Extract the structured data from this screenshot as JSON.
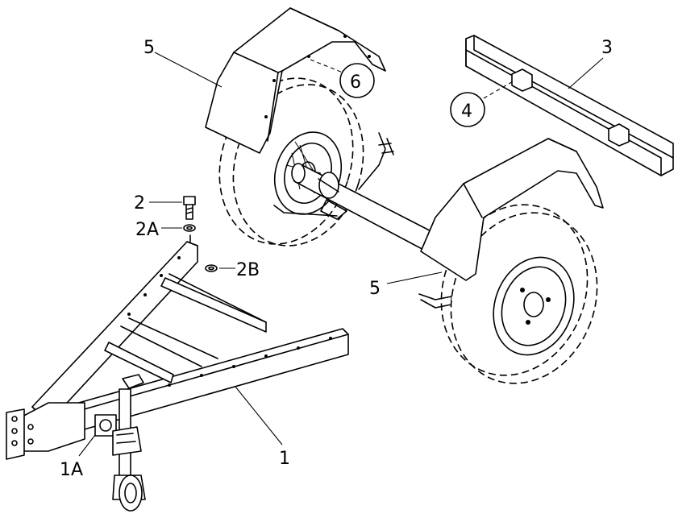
{
  "callouts": {
    "frame": "1",
    "jack_bracket": "1A",
    "bolt": "2",
    "washer_a": "2A",
    "washer_b": "2B",
    "crossbar": "3",
    "crossbar_bolt": "4",
    "fender_rear": "5",
    "fender_front": "5",
    "fender_bolt": "6"
  }
}
